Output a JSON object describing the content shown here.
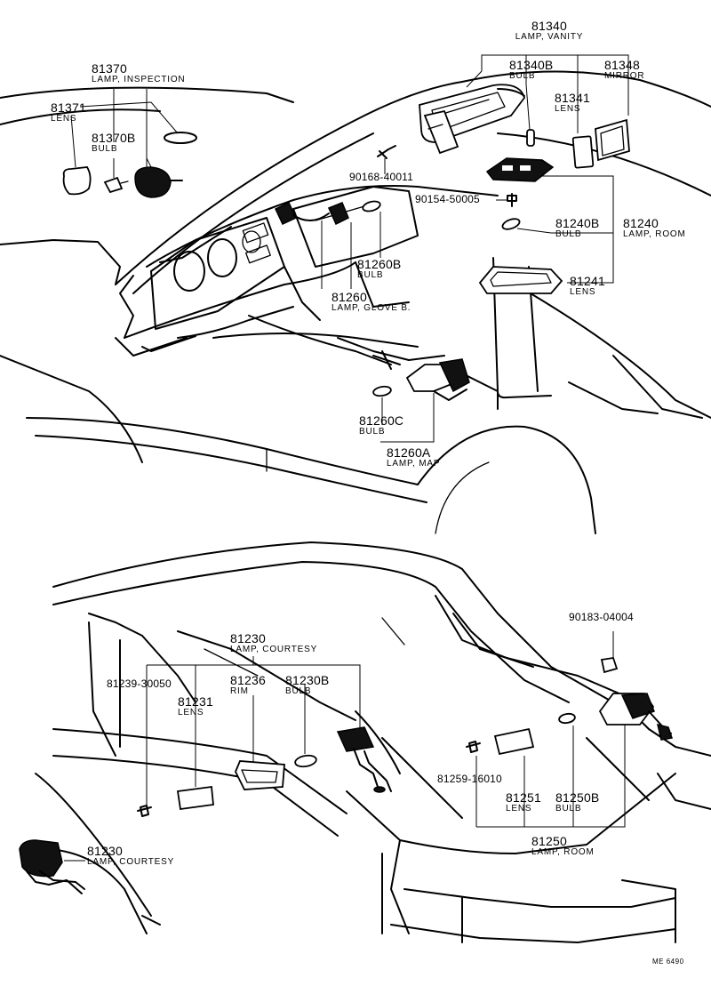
{
  "upper_section": {
    "lamp_vanity": {
      "number": "81340",
      "name": "LAMP, VANITY"
    },
    "vanity_bulb": {
      "number": "81340B",
      "name": "BULB"
    },
    "vanity_mirror": {
      "number": "81348",
      "name": "MIRROR"
    },
    "vanity_lens": {
      "number": "81341",
      "name": "LENS"
    },
    "lamp_inspection": {
      "number": "81370",
      "name": "LAMP, INSPECTION"
    },
    "inspection_lens": {
      "number": "81371",
      "name": "LENS"
    },
    "inspection_bulb": {
      "number": "81370B",
      "name": "BULB"
    },
    "screw_vanity": {
      "number": "90168-40011"
    },
    "screw_room": {
      "number": "90154-50005"
    },
    "room_bulb": {
      "number": "81240B",
      "name": "BULB"
    },
    "lamp_room": {
      "number": "81240",
      "name": "LAMP, ROOM"
    },
    "room_lens": {
      "number": "81241",
      "name": "LENS"
    },
    "glove_bulb": {
      "number": "81260B",
      "name": "BULB"
    },
    "lamp_glove": {
      "number": "81260",
      "name": "LAMP, GLOVE B."
    },
    "map_bulb": {
      "number": "81260C",
      "name": "BULB"
    },
    "lamp_map": {
      "number": "81260A",
      "name": "LAMP, MAP"
    }
  },
  "lower_section": {
    "clip": {
      "number": "90183-04004"
    },
    "lamp_courtesy_top": {
      "number": "81230",
      "name": "LAMP, COURTESY"
    },
    "screw_courtesy": {
      "number": "81239-30050"
    },
    "courtesy_rim": {
      "number": "81236",
      "name": "RIM"
    },
    "courtesy_bulb": {
      "number": "81230B",
      "name": "BULB"
    },
    "courtesy_lens": {
      "number": "81231",
      "name": "LENS"
    },
    "screw_rear_room": {
      "number": "81259-16010"
    },
    "rear_room_lens": {
      "number": "81251",
      "name": "LENS"
    },
    "rear_room_bulb": {
      "number": "81250B",
      "name": "BULB"
    },
    "lamp_rear_room": {
      "number": "81250",
      "name": "LAMP, ROOM"
    },
    "lamp_courtesy_door": {
      "number": "81230",
      "name": "LAMP, COURTESY"
    }
  },
  "reference_code": "ME 6490"
}
